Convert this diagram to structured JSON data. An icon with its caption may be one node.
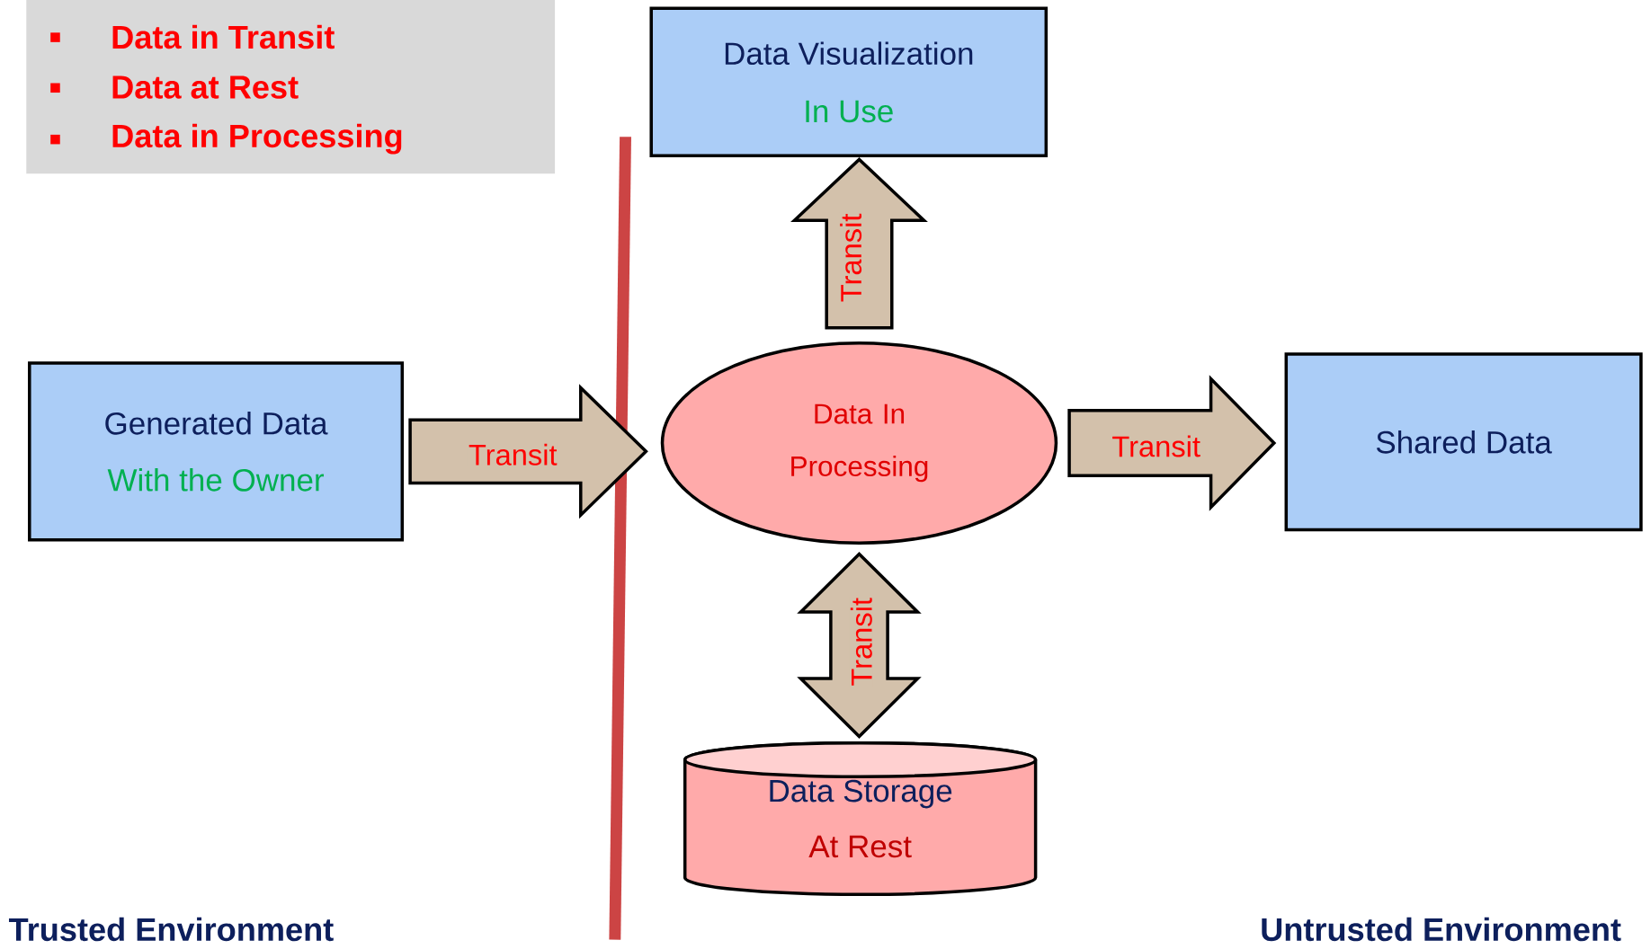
{
  "diagram": {
    "nodes": [
      {
        "text": [
          "Generated Data",
          "With the Owner"
        ]
      },
      {
        "text": [
          "Data In Processing"
        ]
      },
      {
        "text": [
          "Data Visualization",
          "In Use"
        ]
      },
      {
        "text": [
          "Shared Data"
        ]
      },
      {
        "text": [
          "Data Storage",
          "At Rest"
        ]
      }
    ],
    "edges": [
      {
        "from": 0,
        "to": 1,
        "arrow": "to",
        "label": "Transit"
      },
      {
        "from": 1,
        "to": 2,
        "arrow": "to",
        "label": "Transit"
      },
      {
        "from": 1,
        "to": 3,
        "arrow": "to",
        "label": "Transit"
      },
      {
        "from": 1,
        "to": 4,
        "arrow": "both",
        "label": "Transit"
      }
    ],
    "labels": [
      "Data in Transit",
      "Data at Rest",
      "Data in Processing",
      "Trusted Environment",
      "Untrusted Environment"
    ]
  }
}
